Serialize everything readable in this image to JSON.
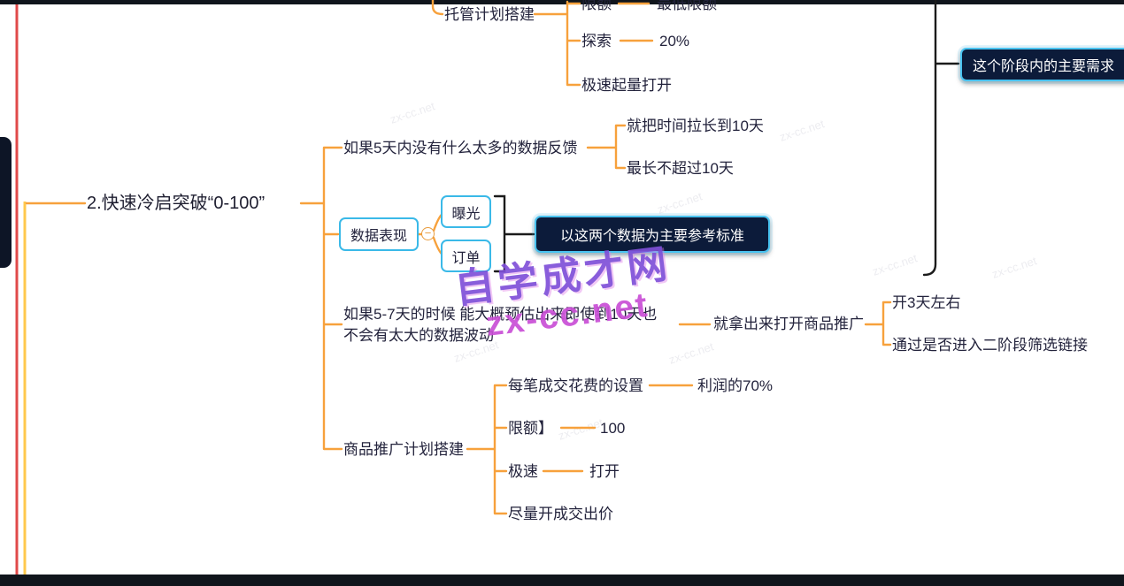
{
  "colors": {
    "branch_line": "#F7A13C",
    "bracket_line": "#1B1B1B",
    "node_border_cyan": "#3AB9E8",
    "dark_box_bg": "#0C1B3A",
    "red_guide_line": "#E04A4A",
    "yellow_guide_line": "#FFC84D"
  },
  "icons": {
    "collapse": "−"
  },
  "watermark": {
    "title": "自学成才网",
    "site": "zx-cc.net",
    "tile": "zx-cc.net"
  },
  "main_node": {
    "label": "2.快速冷启突破“0-100”"
  },
  "hosting_branch": {
    "label": "托管计划搭建",
    "children": [
      {
        "label": "限额",
        "value": "最低限额"
      },
      {
        "label": "探索",
        "value": "20%"
      },
      {
        "label": "极速起量打开",
        "value": ""
      }
    ]
  },
  "feedback_branch": {
    "label": "如果5天内没有什么太多的数据反馈",
    "children": [
      {
        "label": "就把时间拉长到10天"
      },
      {
        "label": "最长不超过10天"
      }
    ]
  },
  "data_branch": {
    "label": "数据表现",
    "children": [
      {
        "label": "曝光"
      },
      {
        "label": "订单"
      }
    ],
    "summary": "以这两个数据为主要参考标准"
  },
  "estimate_branch": {
    "label_line1": "如果5-7天的时候  能大概预估出来即使到10天也",
    "label_line2": "不会有太大的数据波动",
    "action": "就拿出来打开商品推广",
    "children": [
      {
        "label": "开3天左右"
      },
      {
        "label": "通过是否进入二阶段筛选链接"
      }
    ]
  },
  "promo_branch": {
    "label": "商品推广计划搭建",
    "children": [
      {
        "label": "每笔成交花费的设置",
        "value": "利润的70%"
      },
      {
        "label": "限额】",
        "value": "100"
      },
      {
        "label": "极速",
        "value": "打开"
      },
      {
        "label": "尽量开成交出价",
        "value": ""
      }
    ]
  },
  "stage_summary": {
    "label": "这个阶段内的主要需求"
  }
}
